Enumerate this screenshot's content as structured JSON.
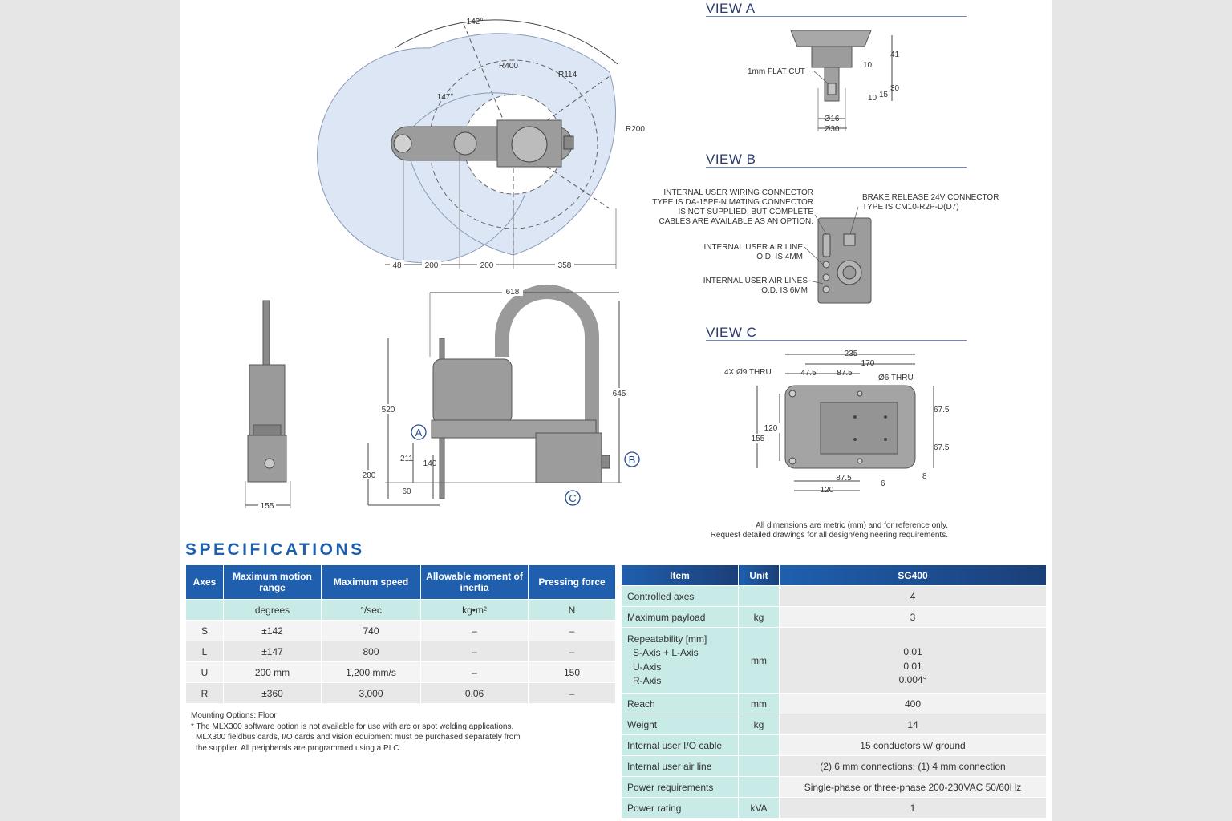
{
  "drawing": {
    "top": {
      "angle_outer": "142°",
      "angle_inner": "147°",
      "r400": "R400",
      "r114": "R114",
      "r200": "R200",
      "dims": [
        "48",
        "200",
        "200",
        "358"
      ]
    },
    "end_view": {
      "width": "155"
    },
    "side_view": {
      "top": "618",
      "height": "645",
      "left_height": "520",
      "d211": "211",
      "d140": "140",
      "d200": "200",
      "d60": "60",
      "label_a": "A",
      "label_b": "B",
      "label_c": "C"
    },
    "view_a": {
      "title": "VIEW A",
      "flat_cut": "1mm FLAT CUT",
      "dims": [
        "41",
        "10",
        "30",
        "15",
        "10",
        "Ø16",
        "Ø30"
      ]
    },
    "view_b": {
      "title": "VIEW B",
      "wiring_note": [
        "INTERNAL USER WIRING CONNECTOR",
        "TYPE IS DA-15PF-N MATING CONNECTOR",
        "IS NOT SUPPLIED, BUT COMPLETE",
        "CABLES ARE AVAILABLE AS AN OPTION."
      ],
      "brake_note": [
        "BRAKE RELEASE 24V CONNECTOR",
        "TYPE IS CM10-R2P-D(D7)"
      ],
      "air_line_note": [
        "INTERNAL USER AIR LINE",
        "O.D. IS 4MM"
      ],
      "air_lines_note": [
        "INTERNAL USER AIR LINES",
        "O.D. IS 6MM"
      ]
    },
    "view_c": {
      "title": "VIEW C",
      "holes_4x": "4X Ø9 THRU",
      "holes_6": "Ø6 THRU",
      "dims": [
        "235",
        "170",
        "47.5",
        "87.5",
        "120",
        "155",
        "67.5",
        "67.5",
        "87.5",
        "120",
        "6",
        "8"
      ]
    },
    "disclaimer": [
      "All dimensions are metric (mm) and for reference only.",
      "Request detailed drawings for all design/engineering requirements."
    ]
  },
  "specifications": {
    "title": "SPECIFICATIONS",
    "axes_table": {
      "headers": [
        "Axes",
        "Maximum motion range",
        "Maximum speed",
        "Allowable moment of inertia",
        "Pressing force"
      ],
      "units": [
        "",
        "degrees",
        "°/sec",
        "kg•m²",
        "N"
      ],
      "rows": [
        [
          "S",
          "±142",
          "740",
          "–",
          "–"
        ],
        [
          "L",
          "±147",
          "800",
          "–",
          "–"
        ],
        [
          "U",
          "200 mm",
          "1,200 mm/s",
          "–",
          "150"
        ],
        [
          "R",
          "±360",
          "3,000",
          "0.06",
          "–"
        ]
      ]
    },
    "notes": [
      "Mounting Options: Floor",
      "* The MLX300 software option is not available for use with arc or spot welding applications.",
      "MLX300 fieldbus cards, I/O cards and vision equipment must be purchased separately from",
      "the supplier. All peripherals are programmed using a PLC."
    ],
    "spec_table": {
      "headers": [
        "Item",
        "Unit",
        "SG400"
      ],
      "controlled_axes": {
        "item": "Controlled axes",
        "unit": "",
        "value": "4"
      },
      "max_payload": {
        "item": "Maximum payload",
        "unit": "kg",
        "value": "3"
      },
      "repeatability": {
        "item": "Repeatability [mm]",
        "sub": [
          "S-Axis + L-Axis",
          "U-Axis",
          "R-Axis"
        ],
        "unit": "mm",
        "values": [
          "0.01",
          "0.01",
          "0.004°"
        ]
      },
      "reach": {
        "item": "Reach",
        "unit": "mm",
        "value": "400"
      },
      "weight": {
        "item": "Weight",
        "unit": "kg",
        "value": "14"
      },
      "io_cable": {
        "item": "Internal user I/O cable",
        "unit": "",
        "value": "15 conductors w/ ground"
      },
      "air_line": {
        "item": "Internal user air line",
        "unit": "",
        "value": "(2) 6 mm connections; (1) 4 mm connection"
      },
      "power_req": {
        "item": "Power requirements",
        "unit": "",
        "value": "Single-phase or three-phase 200-230VAC 50/60Hz"
      },
      "power_rating": {
        "item": "Power rating",
        "unit": "kVA",
        "value": "1"
      }
    }
  }
}
